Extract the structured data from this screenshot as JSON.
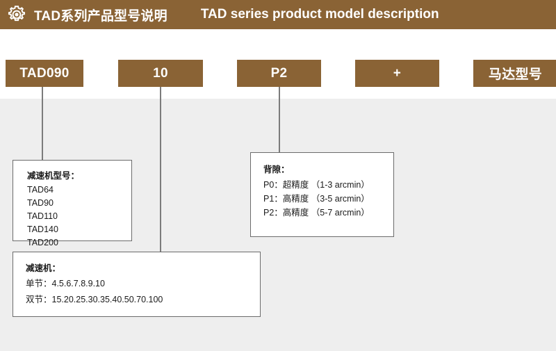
{
  "header": {
    "icon": "gear-icon",
    "title_cn": "TAD系列产品型号说明",
    "title_en": "TAD series product model description",
    "background_color": "#8a6335",
    "text_color": "#ffffff"
  },
  "code_boxes": [
    {
      "id": "tad090",
      "label": "TAD090"
    },
    {
      "id": "ratio",
      "label": "10"
    },
    {
      "id": "p2",
      "label": "P2"
    },
    {
      "id": "plus",
      "label": "+"
    },
    {
      "id": "motor",
      "label": "马达型号"
    }
  ],
  "info_boxes": {
    "model": {
      "title": "减速机型号：",
      "lines": [
        "TAD64",
        "TAD90",
        "TAD110",
        "TAD140",
        "TAD200"
      ]
    },
    "gap": {
      "title": "背隙：",
      "lines": [
        "P0：超精度 （1-3 arcmin）",
        "P1：高精度 （3-5 arcmin）",
        "P2：高精度 （5-7 arcmin）"
      ]
    },
    "ratio": {
      "title": "减速机：",
      "lines": [
        "单节：4.5.6.7.8.9.10",
        "双节：15.20.25.30.35.40.50.70.100"
      ]
    }
  },
  "colors": {
    "brand": "#8a6335",
    "panel": "#eeeeee",
    "line": "#7b7b7b",
    "box_border": "#6b6b6b"
  }
}
